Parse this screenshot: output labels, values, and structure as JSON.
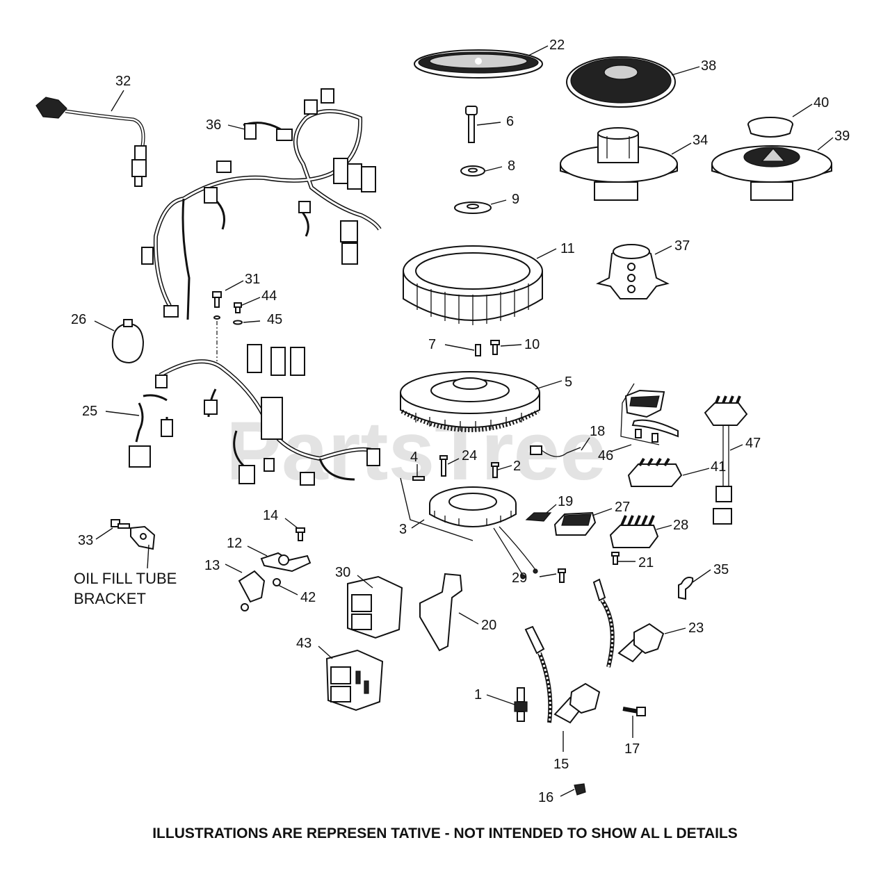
{
  "watermark": "PartsTree",
  "footer": "ILLUSTRATIONS ARE REPRESEN TATIVE - NOT INTENDED TO SHOW AL L DETAILS",
  "note": {
    "line1": "OIL FILL TUBE",
    "line2": "BRACKET"
  },
  "callouts": {
    "c1": "1",
    "c2": "2",
    "c3": "3",
    "c4": "4",
    "c5": "5",
    "c6": "6",
    "c7": "7",
    "c8": "8",
    "c9": "9",
    "c10": "10",
    "c11": "11",
    "c12": "12",
    "c13": "13",
    "c14": "14",
    "c15": "15",
    "c16": "16",
    "c17": "17",
    "c18": "18",
    "c19": "19",
    "c20": "20",
    "c21": "21",
    "c22": "22",
    "c23": "23",
    "c24": "24",
    "c25": "25",
    "c26": "26",
    "c27": "27",
    "c28": "28",
    "c29": "29",
    "c30": "30",
    "c31": "31",
    "c32": "32",
    "c33": "33",
    "c34": "34",
    "c35": "35",
    "c36": "36",
    "c37": "37",
    "c38": "38",
    "c39": "39",
    "c40": "40",
    "c41": "41",
    "c42": "42",
    "c43": "43",
    "c44": "44",
    "c45": "45",
    "c46": "46",
    "c47": "47"
  }
}
